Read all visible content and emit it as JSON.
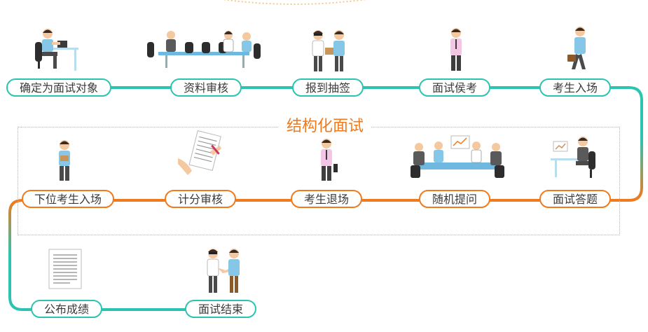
{
  "stage_title": "结构化面试",
  "colors": {
    "teal": "#2cc4b1",
    "orange": "#f07a1e",
    "skin": "#f4c9a0",
    "hair": "#3b2a22",
    "shirt_blue": "#86c6e6",
    "shirt_pink": "#f4c6e6",
    "pants": "#4a4a4a"
  },
  "steps": [
    {
      "label": "确定为面试对象",
      "icon": "person-at-desk-icon"
    },
    {
      "label": "资料审核",
      "icon": "meeting-table-icon"
    },
    {
      "label": "报到抽签",
      "icon": "handing-envelope-icon"
    },
    {
      "label": "面试侯考",
      "icon": "standing-person-icon"
    },
    {
      "label": "考生入场",
      "icon": "walking-person-icon"
    },
    {
      "label": "面试答题",
      "icon": "answering-at-desk-icon"
    },
    {
      "label": "随机提问",
      "icon": "panel-meeting-icon"
    },
    {
      "label": "考生退场",
      "icon": "leaving-person-icon"
    },
    {
      "label": "计分审核",
      "icon": "scoring-hands-icon"
    },
    {
      "label": "下位考生入场",
      "icon": "next-candidate-icon"
    },
    {
      "label": "公布成绩",
      "icon": "results-document-icon"
    },
    {
      "label": "面试结束",
      "icon": "handshake-icon"
    }
  ]
}
